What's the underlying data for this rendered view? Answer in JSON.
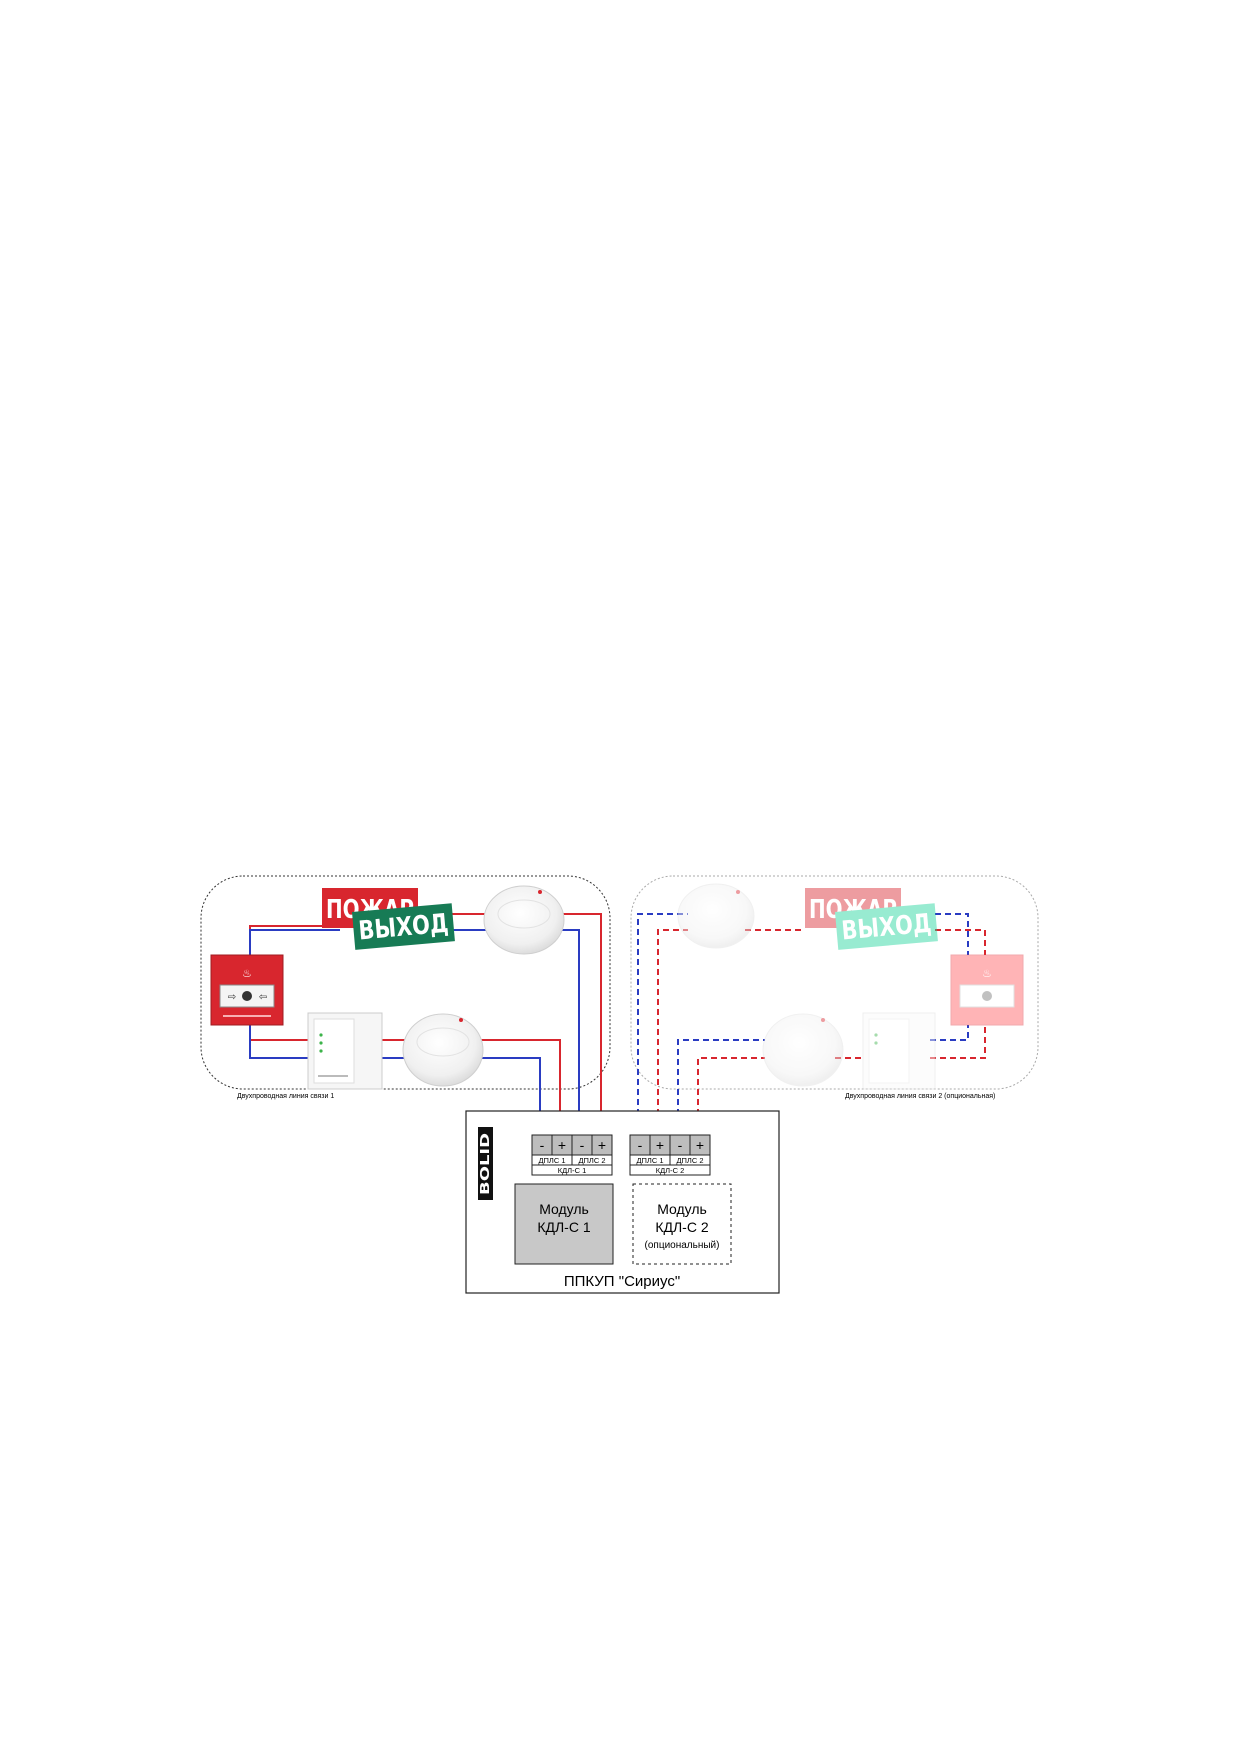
{
  "colors": {
    "wire_red": "#d8262e",
    "wire_blue": "#2a3cc2",
    "sign_red": "#d8262e",
    "sign_green": "#177b55",
    "module_fill": "#c8c8c8"
  },
  "icons": [
    "fire-icon",
    "arrow-icon",
    "bolid-logo"
  ],
  "loops": {
    "loop1_caption": "Двухпроводная линия связи 1",
    "loop2_caption": "Двухпроводная линия связи 2 (опциональная)"
  },
  "signs": {
    "fire": "ПОЖАР",
    "exit": "ВЫХОД"
  },
  "panel": {
    "logo": "BOLID",
    "title": "ППКУП \"Сириус\"",
    "terminal_minus": "-",
    "terminal_plus": "+",
    "kdl1": {
      "dpls1": "ДПЛС 1",
      "dpls2": "ДПЛС 2",
      "name": "КДЛ-С 1",
      "module_line1": "Модуль",
      "module_line2": "КДЛ-С 1"
    },
    "kdl2": {
      "dpls1": "ДПЛС 1",
      "dpls2": "ДПЛС 2",
      "name": "КДЛ-С 2",
      "module_line1": "Модуль",
      "module_line2": "КДЛ-С 2",
      "module_line3": "(опциональный)"
    }
  }
}
